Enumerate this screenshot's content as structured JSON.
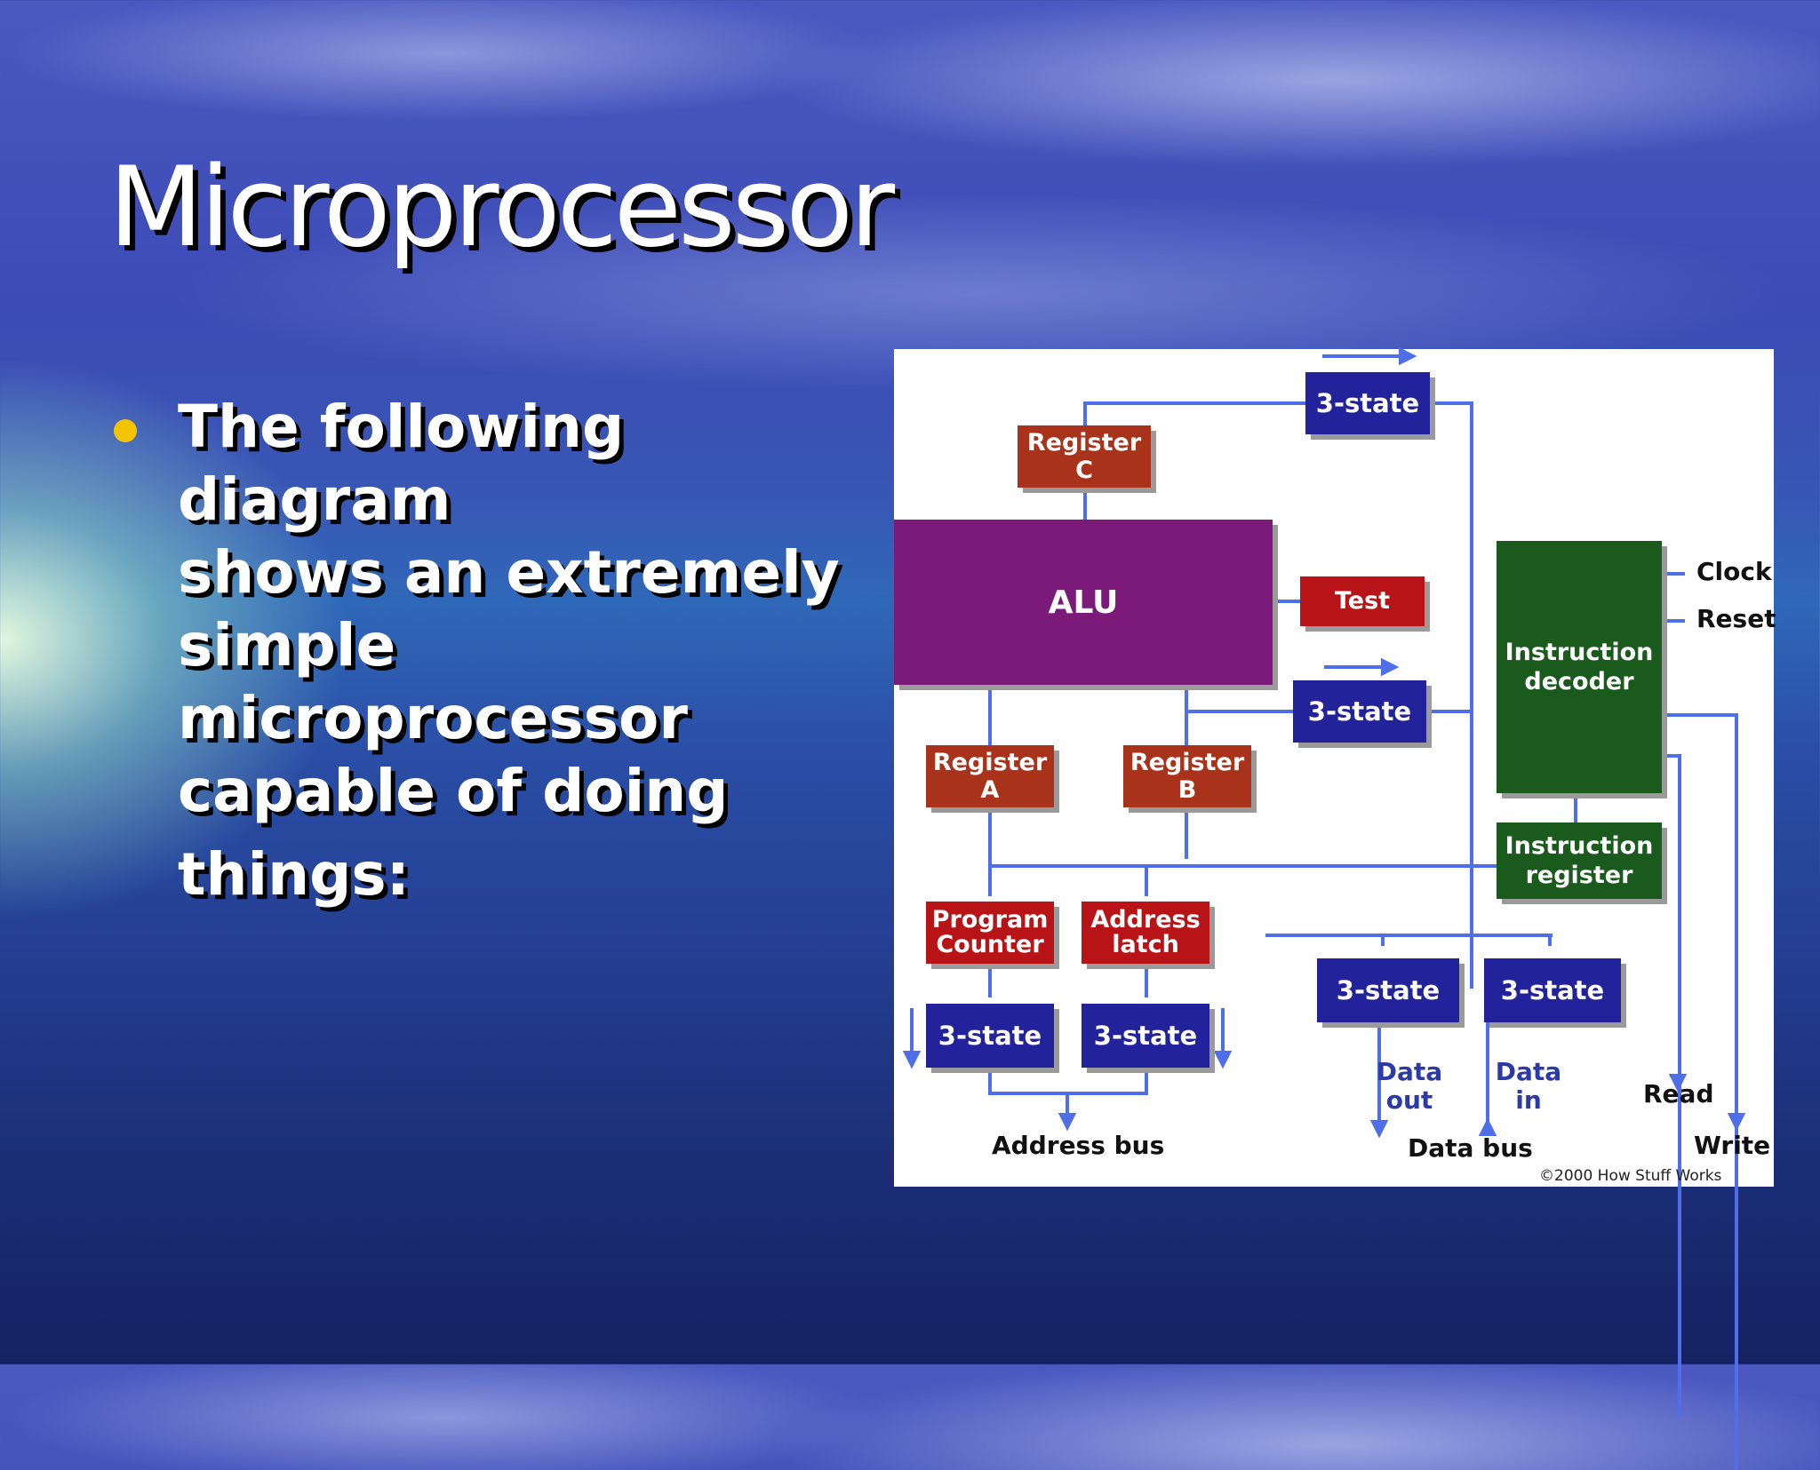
{
  "slide": {
    "title": "Microprocessor",
    "bullet_lines": [
      "The following diagram",
      "shows an extremely",
      "simple microprocessor",
      "capable of doing",
      "things:"
    ]
  },
  "diagram": {
    "boxes": {
      "tristate_top": "3-state",
      "register_c": "Register\nC",
      "alu": "ALU",
      "test": "Test",
      "tristate_mid": "3-state",
      "instruction_decoder": "Instruction\ndecoder",
      "register_a": "Register\nA",
      "register_b": "Register\nB",
      "instruction_register": "Instruction\nregister",
      "program_counter": "Program\nCounter",
      "address_latch": "Address\nlatch",
      "tristate_pc": "3-state",
      "tristate_al": "3-state",
      "tristate_data_out": "3-state",
      "tristate_data_in": "3-state"
    },
    "labels": {
      "clock": "Clock",
      "reset": "Reset",
      "data_out": "Data\nout",
      "data_in": "Data\nin",
      "read": "Read",
      "write": "Write",
      "address_bus": "Address bus",
      "data_bus": "Data bus",
      "copyright": "©2000 How Stuff Works"
    },
    "colors": {
      "wire": "#4f6fe8",
      "register": "#a8331a",
      "tristate": "#22229a",
      "alu": "#7b1a78",
      "decoder": "#1a5a1c",
      "test": "#b81418"
    }
  }
}
